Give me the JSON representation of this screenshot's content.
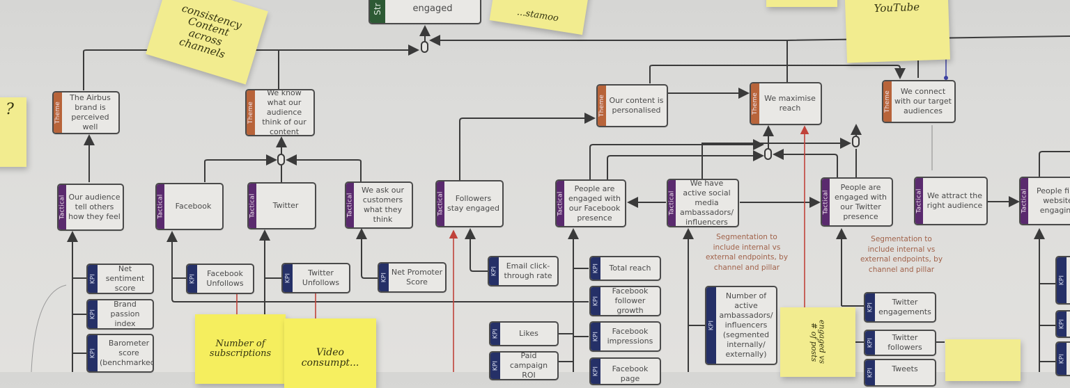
{
  "diagram": {
    "strategic": {
      "tag": "Str",
      "label": "engaged"
    },
    "themes": [
      {
        "id": "brand",
        "tag": "Theme",
        "label": "The Airbus brand is perceived well"
      },
      {
        "id": "audience",
        "tag": "Theme",
        "label": "We know what our audience think of our content"
      },
      {
        "id": "personal",
        "tag": "Theme",
        "label": "Our content is personalised"
      },
      {
        "id": "reach",
        "tag": "Theme",
        "label": "We maximise reach"
      },
      {
        "id": "connect",
        "tag": "Theme",
        "label": "We connect with our target audiences"
      }
    ],
    "tacticals": [
      {
        "id": "tell",
        "tag": "Tactical",
        "label": "Our audience tell others how they feel"
      },
      {
        "id": "facebook",
        "tag": "Tactical",
        "label": "Facebook"
      },
      {
        "id": "twitter",
        "tag": "Tactical",
        "label": "Twitter"
      },
      {
        "id": "ask",
        "tag": "Tactical",
        "label": "We ask our customers what they think"
      },
      {
        "id": "followers",
        "tag": "Tactical",
        "label": "Followers stay engaged"
      },
      {
        "id": "fbengaged",
        "tag": "Tactical",
        "label": "People are engaged with our Facebook presence"
      },
      {
        "id": "ambassadors",
        "tag": "Tactical",
        "label": "We have active social media ambassadors/ influencers"
      },
      {
        "id": "twengaged",
        "tag": "Tactical",
        "label": "People are engaged with our Twitter presence"
      },
      {
        "id": "attract",
        "tag": "Tactical",
        "label": "We attract the right audience"
      },
      {
        "id": "website",
        "tag": "Tactical",
        "label": "People find website engaging"
      }
    ],
    "kpis": [
      {
        "id": "sentiment",
        "tag": "KPI",
        "label": "Net sentiment score"
      },
      {
        "id": "passion",
        "tag": "KPI",
        "label": "Brand passion index"
      },
      {
        "id": "barometer",
        "tag": "KPI",
        "label": "Barometer score (benchmarked)"
      },
      {
        "id": "fbunfollow",
        "tag": "KPI",
        "label": "Facebook Unfollows"
      },
      {
        "id": "twunfollow",
        "tag": "KPI",
        "label": "Twitter Unfollows"
      },
      {
        "id": "nps",
        "tag": "KPI",
        "label": "Net Promoter Score"
      },
      {
        "id": "email",
        "tag": "KPI",
        "label": "Email click-through rate"
      },
      {
        "id": "likes",
        "tag": "KPI",
        "label": "Likes"
      },
      {
        "id": "paid",
        "tag": "KPI",
        "label": "Paid campaign ROI"
      },
      {
        "id": "reachkpi",
        "tag": "KPI",
        "label": "Total reach"
      },
      {
        "id": "fbgrowth",
        "tag": "KPI",
        "label": "Facebook follower growth"
      },
      {
        "id": "fbimpr",
        "tag": "KPI",
        "label": "Facebook impressions"
      },
      {
        "id": "fbpage",
        "tag": "KPI",
        "label": "Facebook page"
      },
      {
        "id": "numamb",
        "tag": "KPI",
        "label": "Number of active ambassadors/ influencers (segmented internally/ externally)"
      },
      {
        "id": "tweng",
        "tag": "KPI",
        "label": "Twitter engagements"
      },
      {
        "id": "twfollow",
        "tag": "KPI",
        "label": "Twitter followers"
      },
      {
        "id": "tweets",
        "tag": "KPI",
        "label": "Tweets"
      },
      {
        "id": "web1",
        "tag": "KPI",
        "label": ""
      },
      {
        "id": "web2",
        "tag": "KPI",
        "label": ""
      },
      {
        "id": "web3",
        "tag": "KPI",
        "label": ""
      }
    ],
    "annotations": [
      "Segmentation to include internal vs external endpoints, by channel and pillar",
      "Segmentation to include internal vs external endpoints, by channel and pillar"
    ]
  },
  "sticky_notes": [
    {
      "id": "consistency",
      "text": "consistency\nContent\nacross\nchannels"
    },
    {
      "id": "question",
      "text": "?"
    },
    {
      "id": "top-mid",
      "text": "...stamoo"
    },
    {
      "id": "youtube",
      "text": "YouTube"
    },
    {
      "id": "subscriptions",
      "text": "Number of\nsubscriptions"
    },
    {
      "id": "video",
      "text": "Video\nconsumpt..."
    },
    {
      "id": "engaged-vs",
      "text": "engaged vs\n# of posts"
    },
    {
      "id": "bottom-right",
      "text": ""
    }
  ],
  "colors": {
    "theme": "#b8643a",
    "tactical": "#5a2a6e",
    "kpi": "#253067",
    "strategic": "#2d5a34",
    "connector": "#3a3a3a",
    "red_connector": "#c0423a",
    "annotation": "#a1624a",
    "sticky": "#f2ec8f"
  }
}
